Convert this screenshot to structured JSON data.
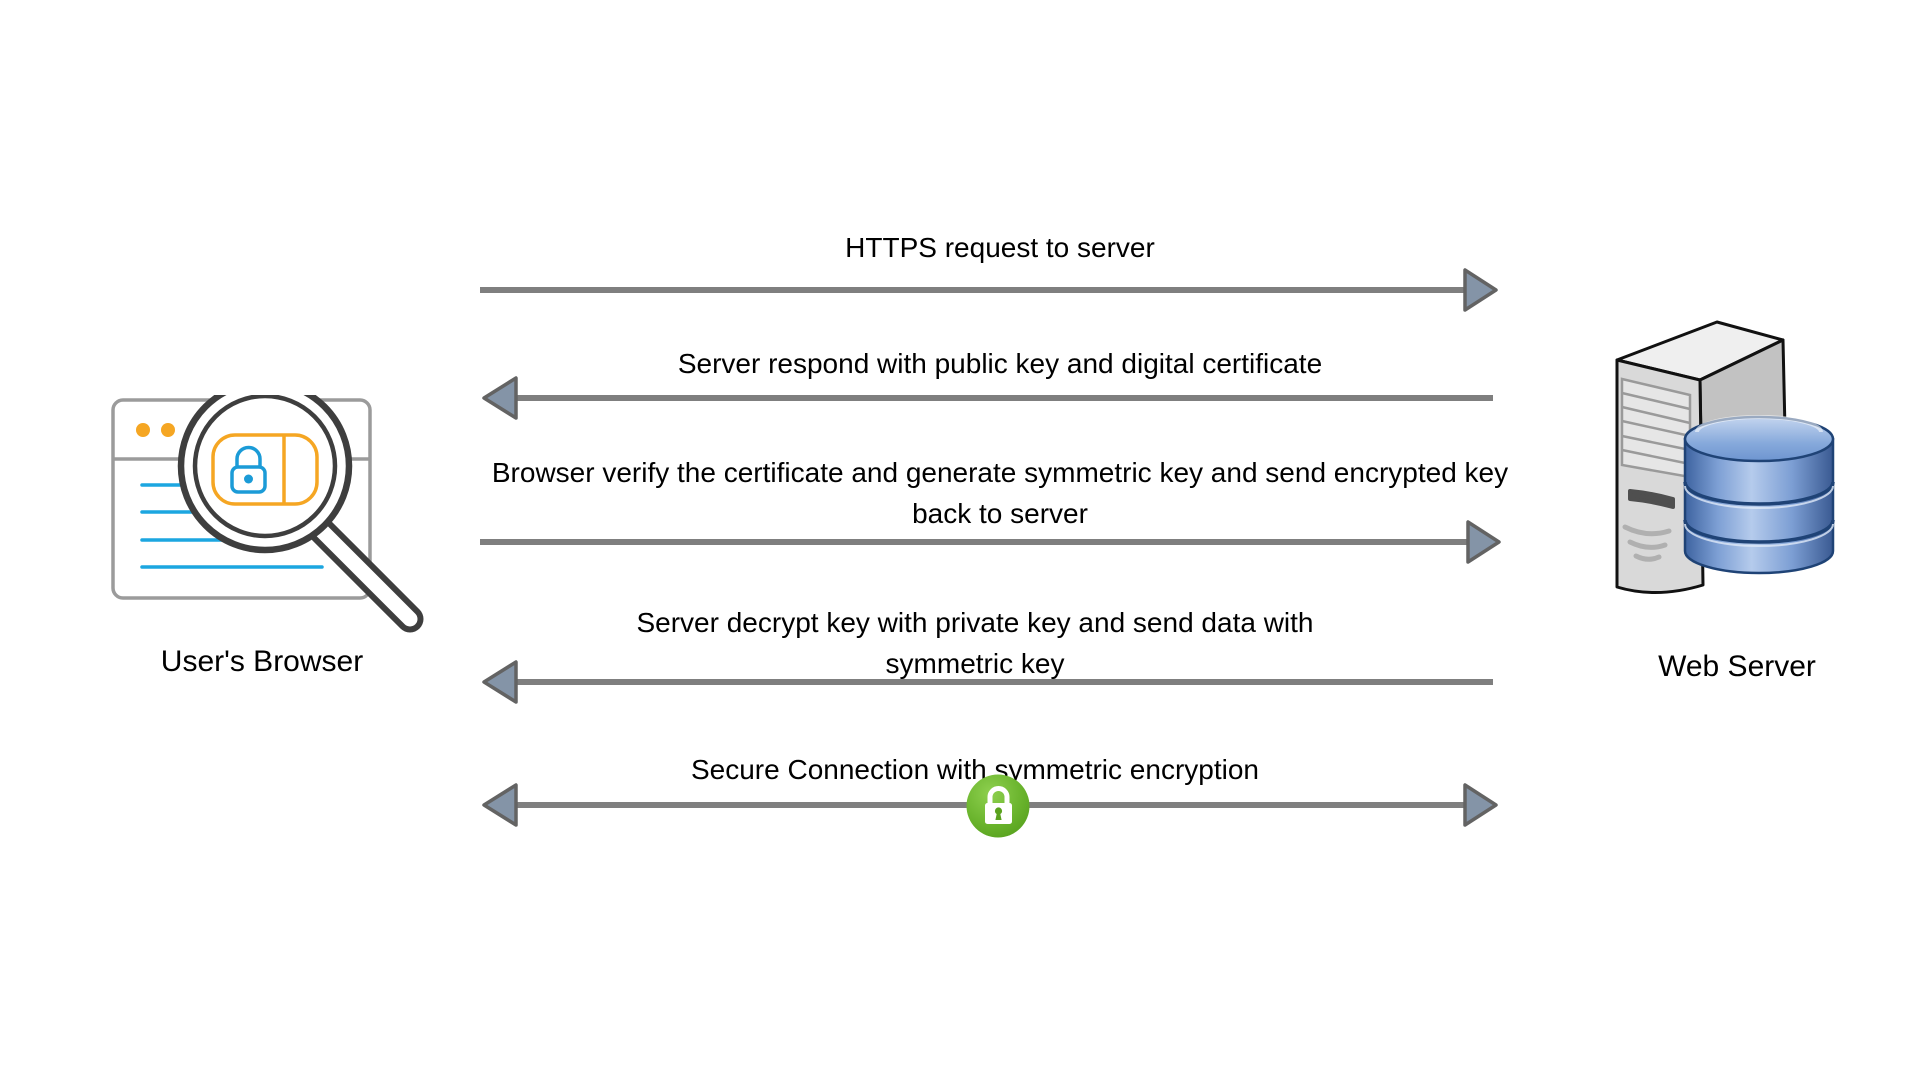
{
  "diagram": {
    "type": "sequence",
    "topic": "HTTPS secure connection handshake"
  },
  "nodes": {
    "browser": {
      "label": "User's Browser",
      "icon": "browser-with-magnifier-lock"
    },
    "server": {
      "label": "Web Server",
      "icon": "server-tower-with-database"
    }
  },
  "messages": [
    {
      "text": "HTTPS request to server",
      "direction": "right"
    },
    {
      "text": "Server respond with public key and digital certificate",
      "direction": "left"
    },
    {
      "text": "Browser verify the certificate and generate symmetric key and send encrypted key back to server",
      "direction": "right"
    },
    {
      "text": "Server decrypt key with private key and send data with symmetric key",
      "direction": "left"
    },
    {
      "text": "Secure Connection with symmetric encryption",
      "direction": "both",
      "badge": "green-lock-icon"
    }
  ],
  "colors": {
    "arrow_line": "#7f7f7f",
    "arrowhead_fill": "#8494a7",
    "arrowhead_stroke": "#636363",
    "lock_badge_green": "#69b32c",
    "browser_accent_orange": "#f5a623",
    "browser_accent_blue": "#1b9bd7",
    "magnifier_dark": "#3e3e3e",
    "window_border_gray": "#9b9b9b",
    "database_blue": "#4e7ec2",
    "server_gray": "#d9d9d9",
    "text_color": "#000000"
  }
}
